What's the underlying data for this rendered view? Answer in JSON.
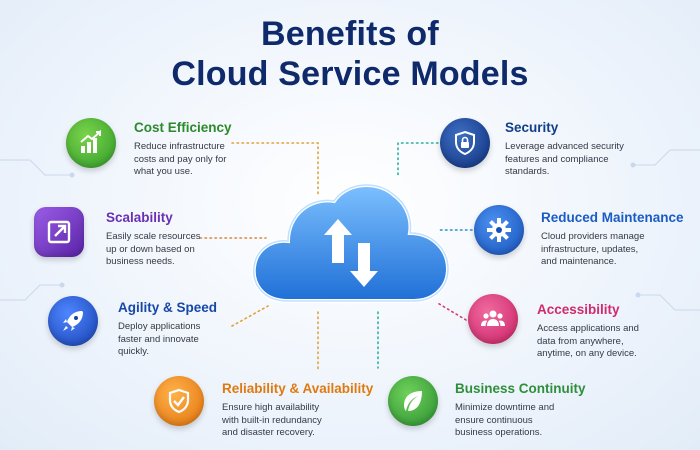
{
  "title": {
    "line1": "Benefits of",
    "line2": "Cloud Service Models"
  },
  "benefits": [
    {
      "heading": "Cost Efficiency",
      "color": "#2c8a2c",
      "icon": "bar-chart-growth-icon",
      "lines": [
        "Reduce infrastructure",
        "costs and pay only for",
        "what you use."
      ]
    },
    {
      "heading": "Scalability",
      "color": "#6a2fb3",
      "icon": "expand-arrow-icon",
      "lines": [
        "Easily scale resources",
        "up or down based on",
        "business needs."
      ]
    },
    {
      "heading": "Agility & Speed",
      "color": "#1747a8",
      "icon": "rocket-icon",
      "lines": [
        "Deploy applications",
        "faster and innovate",
        "quickly."
      ]
    },
    {
      "heading": "Reliability & Availability",
      "color": "#e07a10",
      "icon": "shield-check-icon",
      "lines": [
        "Ensure high availability",
        "with built-in redundancy",
        "and disaster recovery."
      ]
    },
    {
      "heading": "Security",
      "color": "#0f3f8a",
      "icon": "shield-lock-icon",
      "lines": [
        "Leverage advanced security",
        "features and compliance",
        "standards."
      ]
    },
    {
      "heading": "Reduced Maintenance",
      "color": "#1a5bc4",
      "icon": "gear-icon",
      "lines": [
        "Cloud providers manage",
        "infrastructure, updates,",
        "and maintenance."
      ]
    },
    {
      "heading": "Accessibility",
      "color": "#d02a6e",
      "icon": "users-group-icon",
      "lines": [
        "Access applications and",
        "data from anywhere,",
        "anytime, on any device."
      ]
    },
    {
      "heading": "Business Continuity",
      "color": "#2f8f3a",
      "icon": "leaf-icon",
      "lines": [
        "Minimize downtime and",
        "ensure continuous",
        "business operations."
      ]
    }
  ],
  "colors": {
    "title": "#0f2a6b",
    "cloud": "#2f86e0",
    "connector_left": "#e2a23a",
    "connector_right": "#2bb0a0"
  }
}
